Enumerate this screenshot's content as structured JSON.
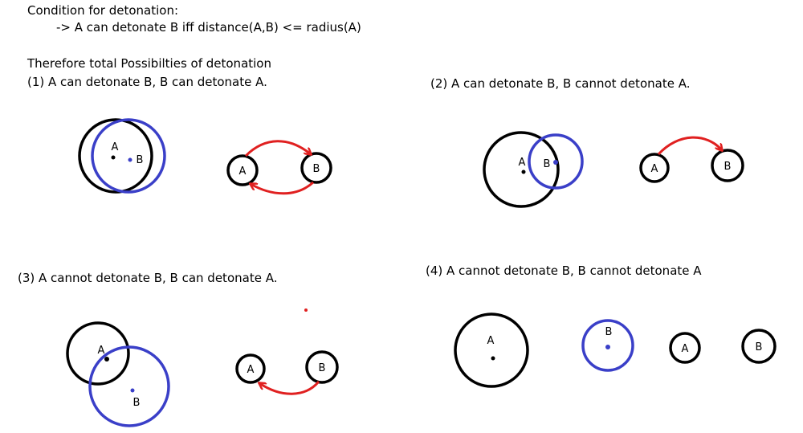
{
  "header": {
    "condition_title": "Condition for detonation:",
    "condition_rule": "-> A can detonate B iff  distance(A,B) <= radius(A)",
    "possibilities_title": "Therefore total Possibilties of detonation"
  },
  "cases": [
    {
      "label": "(1) A can detonate B, B can detonate A."
    },
    {
      "label": "(2) A can detonate B, B cannot detonate A."
    },
    {
      "label": "(3) A cannot detonate B, B can detonate A."
    },
    {
      "label": "(4) A cannot detonate B, B cannot detonate A"
    }
  ],
  "node_labels": {
    "a": "A",
    "b": "B"
  },
  "colors": {
    "bomb_a": "#000000",
    "bomb_b": "#3a3fc8",
    "arrow": "#e02020"
  }
}
